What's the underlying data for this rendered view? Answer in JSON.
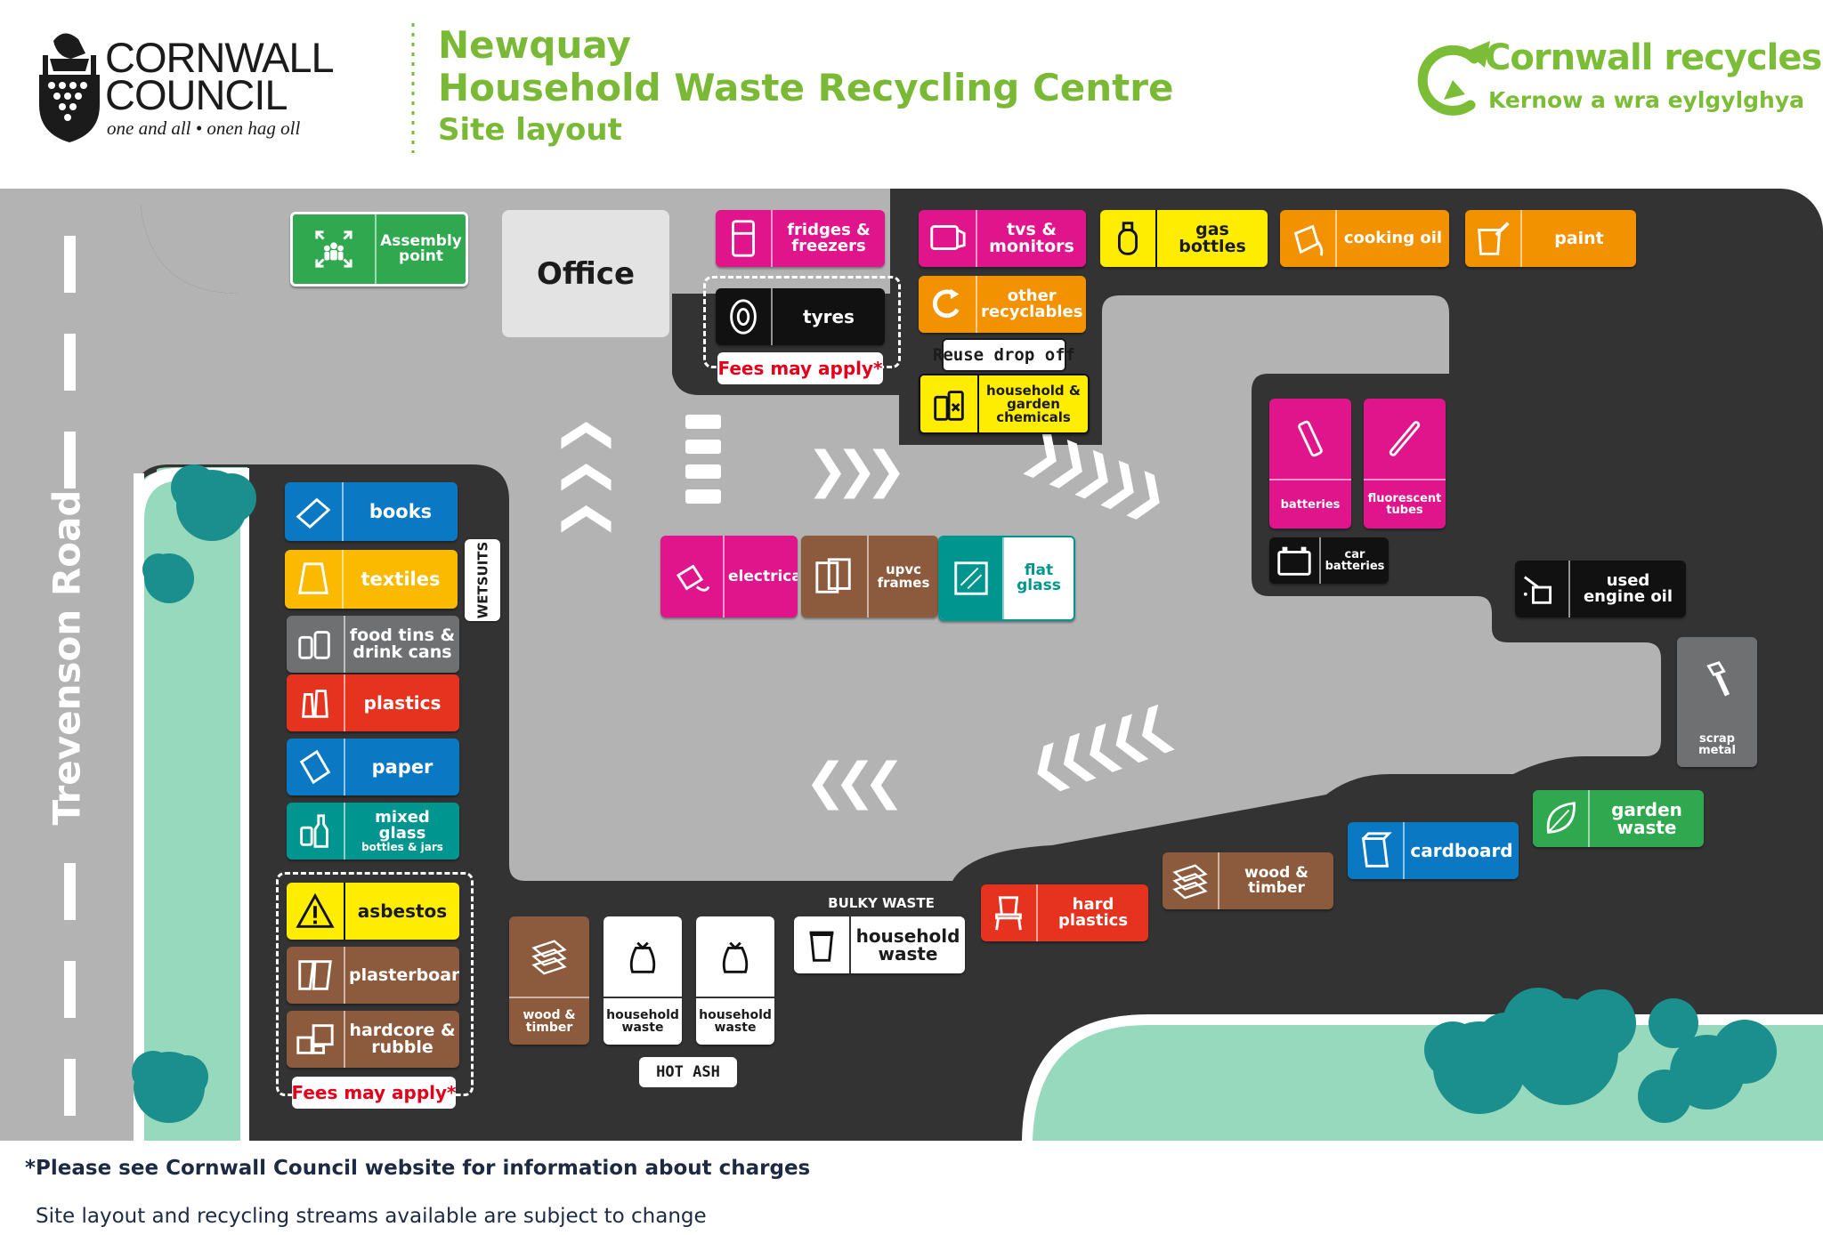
{
  "header": {
    "council_name_line1": "CORNWALL",
    "council_name_line2": "COUNCIL",
    "council_motto": "one and all • onen hag oll",
    "title_line1": "Newquay",
    "title_line2": "Household Waste Recycling Centre",
    "title_line3": "Site layout",
    "brand_title": "Cornwall recycles",
    "brand_subtitle": "Kernow a wra eylgylghya"
  },
  "colors": {
    "road_dark": "#333334",
    "yard_grey": "#b3b3b3",
    "grass": "#97d9bd",
    "tree": "#1a8f8d",
    "brand_green": "#79b935",
    "magenta": "#e0158b",
    "yellow": "#ffed00",
    "orange": "#f39200",
    "blue": "#0a78c2",
    "grey": "#6e7072",
    "red": "#e6331f",
    "teal": "#00968f",
    "brown": "#8c5a3c",
    "green": "#2fa84f",
    "fees_red": "#e3001b"
  },
  "map": {
    "road_name": "Trevenson Road",
    "office": "Office",
    "wetsuits": "WETSUITS",
    "reuse_drop_off": "Reuse drop off",
    "fees_top": "Fees may apply*",
    "fees_left": "Fees may apply*",
    "bulky_waste": "BULKY WASTE",
    "hot_ash": "HOT ASH"
  },
  "bins": {
    "assembly_point": {
      "label": "Assembly point",
      "icon": "assembly-point-icon"
    },
    "fridges": {
      "label": "fridges & freezers",
      "icon": "fridge-icon"
    },
    "tyres": {
      "label": "tyres",
      "icon": "tyre-icon"
    },
    "tvs": {
      "label": "tvs & monitors",
      "icon": "tv-icon"
    },
    "other_recyclables": {
      "label": "other recyclables",
      "icon": "recycle-arrow-icon"
    },
    "chemicals": {
      "label": "household & garden chemicals",
      "icon": "chemical-bottles-icon"
    },
    "gas_bottles": {
      "label": "gas bottles",
      "icon": "gas-bottle-icon"
    },
    "cooking_oil": {
      "label": "cooking oil",
      "icon": "oil-container-icon"
    },
    "paint": {
      "label": "paint",
      "icon": "paint-tin-icon"
    },
    "batteries": {
      "label": "batteries",
      "icon": "battery-icon"
    },
    "fluorescent_tubes": {
      "label": "fluorescent tubes",
      "icon": "tube-icon"
    },
    "car_batteries": {
      "label": "car batteries",
      "icon": "car-battery-icon"
    },
    "engine_oil": {
      "label": "used engine oil",
      "icon": "oil-can-icon"
    },
    "scrap_metal": {
      "label": "scrap metal",
      "icon": "bolt-icon"
    },
    "electrical": {
      "label": "electrical",
      "icon": "plug-icon"
    },
    "upvc": {
      "label": "upvc frames",
      "icon": "window-frame-icon"
    },
    "flat_glass": {
      "label": "flat glass",
      "icon": "glass-pane-icon"
    },
    "books": {
      "label": "books",
      "icon": "book-icon"
    },
    "textiles": {
      "label": "textiles",
      "icon": "shirt-icon"
    },
    "cans": {
      "label": "food tins & drink cans",
      "icon": "can-icon"
    },
    "plastics": {
      "label": "plastics",
      "icon": "plastic-bottle-icon"
    },
    "paper": {
      "label": "paper",
      "icon": "paper-icon"
    },
    "mixed_glass_title": "mixed glass",
    "mixed_glass_sub": "bottles & jars",
    "mixed_glass_icon": "glass-bottle-icon",
    "asbestos": {
      "label": "asbestos",
      "icon": "warning-icon"
    },
    "plasterboard": {
      "label": "plasterboard",
      "icon": "plasterboard-icon"
    },
    "hardcore": {
      "label": "hardcore & rubble",
      "icon": "rubble-icon"
    },
    "wood_left": {
      "label": "wood & timber",
      "icon": "timber-icon"
    },
    "household_waste_1": {
      "label": "household waste",
      "icon": "rubbish-bag-icon"
    },
    "household_waste_2": {
      "label": "household waste",
      "icon": "rubbish-bag-icon"
    },
    "bulky_household": {
      "label": "household waste",
      "icon": "wheelie-bin-icon"
    },
    "hard_plastics": {
      "label": "hard plastics",
      "icon": "chair-icon"
    },
    "wood_right": {
      "label": "wood & timber",
      "icon": "timber-icon"
    },
    "cardboard": {
      "label": "cardboard",
      "icon": "box-icon"
    },
    "garden_waste": {
      "label": "garden waste",
      "icon": "leaf-icon"
    }
  },
  "footer": {
    "note1": "*Please see Cornwall Council website for information about charges",
    "note2": "Site layout and recycling streams available are subject to change"
  }
}
